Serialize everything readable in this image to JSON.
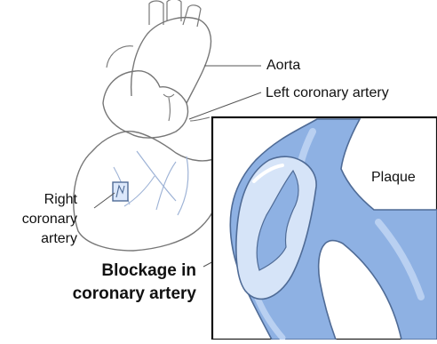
{
  "diagram": {
    "title": "Coronary artery bypass",
    "labels": {
      "aorta": "Aorta",
      "left_coronary_artery": "Left coronary artery",
      "plaque": "Plaque",
      "right_coronary_artery_lines": [
        "Right",
        "coronary",
        "artery"
      ],
      "blockage_lines": [
        "Blockage in",
        "coronary artery"
      ]
    }
  },
  "colors": {
    "artery_fill": "#8eb1e3",
    "artery_highlight": "#b9d0f1",
    "artery_outline": "#4f6b96",
    "plaque_fill": "#d6e4f8",
    "heart_outline": "#777777",
    "heart_vessel": "#9eb3d6",
    "text": "#111111"
  }
}
